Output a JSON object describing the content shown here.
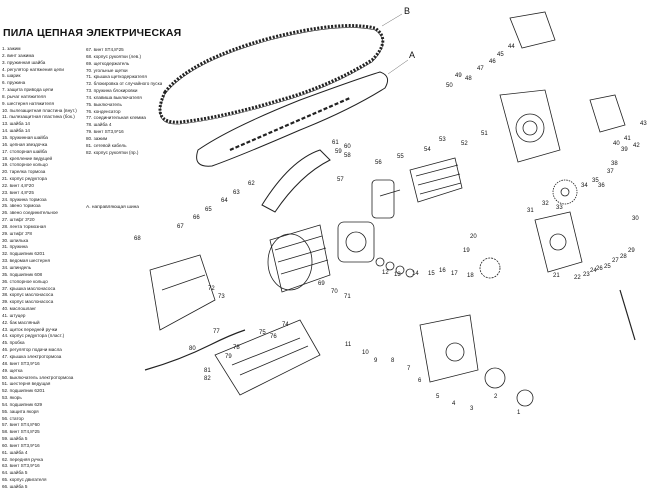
{
  "title": "ПИЛА ЦЕПНАЯ ЭЛЕКТРИЧЕСКАЯ",
  "parts_left": [
    "1. зажим",
    "2. винт зажима",
    "3. пружинная шайба",
    "4. регулятор натяжения цепи",
    "5. шарик",
    "6. пружина",
    "7. защита привода цепи",
    "8. рычаг натяжителя",
    "9. шестерня натяжителя",
    "10. пылезащитная пластина (внут.)",
    "11. пылезащитная пластина (бок.)",
    "13. шайба 14",
    "14. шайба 14",
    "15. пружинная шайба",
    "16. цепная звездочка",
    "17. стопорная шайба",
    "18. крепление ведущей",
    "19. стопорное кольцо",
    "20. тарелка тормоза",
    "21. корпус редуктора",
    "22. винт 4,8*20",
    "23. винт 4,8*25",
    "24. пружина тормоза",
    "25. звено тормоза",
    "26. звено соединительное",
    "27. штифт 3*20",
    "28. лента тормозная",
    "29. штифт 3*8",
    "30. шпилька",
    "31. пружина",
    "32. подшипник 6201",
    "33. ведомая шестерня",
    "34. шпиндель",
    "35. подшипник 608",
    "36. стопорное кольцо",
    "37. крышка маслонасоса",
    "38. корпус маслонасоса",
    "39. корпус маслонасоса",
    "40. маслошланг",
    "41. штуцер",
    "42. бак масляный",
    "43. щиток передней ручки",
    "44. корпус редуктора (пласт.)",
    "45. пробка",
    "46. регулятор подачи масла",
    "47. крышка электротормоза",
    "48. винт ST3,9*16",
    "49. щетка",
    "50. выключатель электротормоза",
    "51. шестерня ведущая",
    "52. подшипник 6201",
    "53. якорь",
    "54. подшипник 629",
    "55. защита якоря",
    "56. статор",
    "57. винт ST4,8*60",
    "58. винт ST4,8*25",
    "59. шайба 5",
    "60. винт ST3,9*16",
    "61. шайба 4",
    "62. передняя ручка",
    "63. винт ST3,9*16",
    "64. шайба 5",
    "65. корпус двигателя",
    "66. шайба 5"
  ],
  "parts_right": [
    "67. винт ST4,8*25",
    "68. корпус рукоятки (лев.)",
    "69. щеткодержатель",
    "70. угольные щетки",
    "71. крышка щеткодержателя",
    "72. блокировка от случайного пуска",
    "73. пружина блокировки",
    "74. клавиша выключателя",
    "75. выключатель",
    "76. конденсатор",
    "77. соединительная клемма",
    "78. шайба 4",
    "79. винт ST3,9*16",
    "80. зажим",
    "81. сетевой кабель",
    "82. корпус рукоятки (пр.)"
  ],
  "legend": "А.  направляющая шина",
  "callouts": {
    "A": "A",
    "B": "B",
    "n1": "1",
    "n2": "2",
    "n3": "3",
    "n4": "4",
    "n5": "5",
    "n6": "6",
    "n7": "7",
    "n8": "8",
    "n9": "9",
    "n10": "10",
    "n11": "11",
    "n12": "12",
    "n13": "13",
    "n14": "14",
    "n15": "15",
    "n16": "16",
    "n17": "17",
    "n18": "18",
    "n19": "19",
    "n20": "20",
    "n21": "21",
    "n22": "22",
    "n23": "23",
    "n24": "24",
    "n25": "25",
    "n26": "26",
    "n27": "27",
    "n28": "28",
    "n29": "29",
    "n30": "30",
    "n31": "31",
    "n32": "32",
    "n33": "33",
    "n34": "34",
    "n35": "35",
    "n36": "36",
    "n37": "37",
    "n38": "38",
    "n39": "39",
    "n40": "40",
    "n41": "41",
    "n42": "42",
    "n43": "43",
    "n44": "44",
    "n45": "45",
    "n46": "46",
    "n47": "47",
    "n48": "48",
    "n49": "49",
    "n50": "50",
    "n51": "51",
    "n52": "52",
    "n53": "53",
    "n54": "54",
    "n55": "55",
    "n56": "56",
    "n57": "57",
    "n58": "58",
    "n59": "59",
    "n60": "60",
    "n61": "61",
    "n62": "62",
    "n63": "63",
    "n64": "64",
    "n65": "65",
    "n66": "66",
    "n67": "67",
    "n68": "68",
    "n69": "69",
    "n70": "70",
    "n71": "71",
    "n72": "72",
    "n73": "73",
    "n74": "74",
    "n75": "75",
    "n76": "76",
    "n77": "77",
    "n78": "78",
    "n79": "79",
    "n80": "80",
    "n81": "81",
    "n82": "82"
  }
}
